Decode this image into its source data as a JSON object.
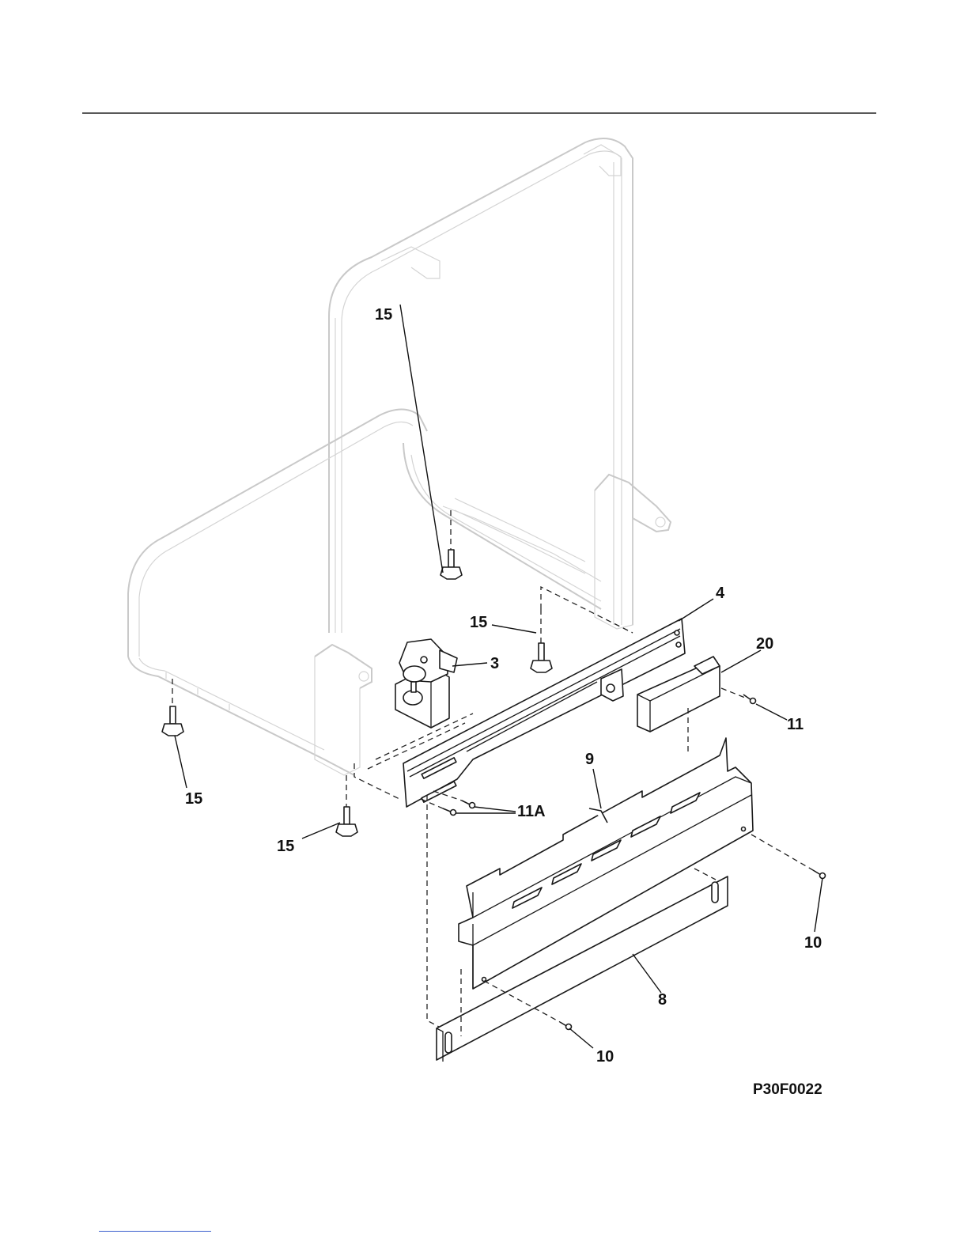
{
  "figure": {
    "code": "P30F0022"
  },
  "part_labels": [
    {
      "id": "15a",
      "text": "15"
    },
    {
      "id": "15b",
      "text": "15"
    },
    {
      "id": "15c",
      "text": "15"
    },
    {
      "id": "15d",
      "text": "15"
    },
    {
      "id": "4",
      "text": "4"
    },
    {
      "id": "3",
      "text": "3"
    },
    {
      "id": "20",
      "text": "20"
    },
    {
      "id": "11",
      "text": "11"
    },
    {
      "id": "11A",
      "text": "11A"
    },
    {
      "id": "9",
      "text": "9"
    },
    {
      "id": "10a",
      "text": "10"
    },
    {
      "id": "10b",
      "text": "10"
    },
    {
      "id": "8",
      "text": "8"
    }
  ],
  "colors": {
    "ink": "#111111",
    "frame": "#c9c9c9",
    "link": "#3a5fcd"
  }
}
